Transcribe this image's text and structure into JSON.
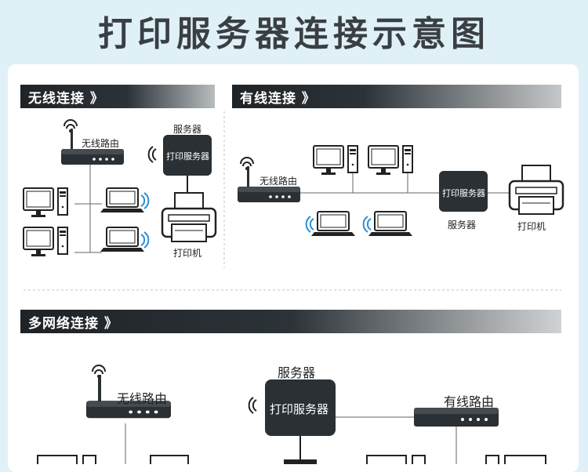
{
  "page_title": "打印服务器连接示意图",
  "sections": {
    "wireless": {
      "heading": "无线连接 》",
      "router_label": "无线路由",
      "server_caption": "服务器",
      "server_box_label": "打印服务器",
      "printer_label": "打印机"
    },
    "wired": {
      "heading": "有线连接 》",
      "router_label": "无线路由",
      "server_box_label": "打印服务器",
      "server_caption": "服务器",
      "printer_label": "打印机"
    },
    "multi": {
      "heading": "多网络连接 》",
      "router_label": "无线路由",
      "server_caption": "服务器",
      "server_box_label": "打印服务器",
      "wired_router_label": "有线路由"
    }
  }
}
